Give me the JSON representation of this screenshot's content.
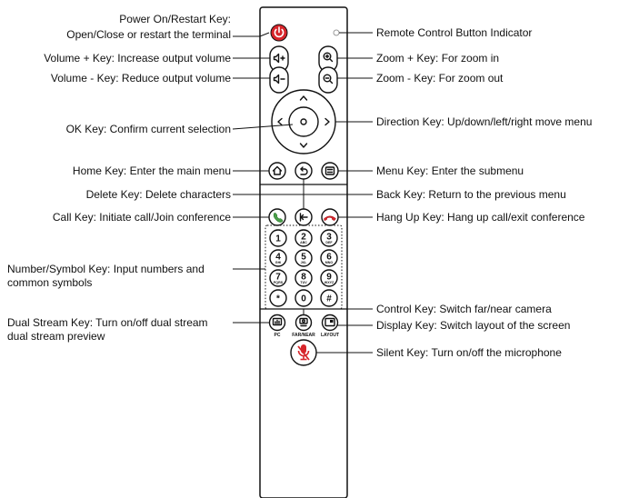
{
  "labels": {
    "power_title": "Power On/Restart Key:",
    "power_desc": "Open/Close or restart the terminal",
    "vol_up": "Volume + Key: Increase output volume",
    "vol_down": "Volume - Key: Reduce output volume",
    "ok": "OK Key: Confirm current selection",
    "home": "Home Key: Enter the main menu",
    "delete": "Delete Key: Delete characters",
    "call": "Call Key: Initiate call/Join conference",
    "number_1": "Number/Symbol Key: Input numbers and",
    "number_2": "common symbols",
    "dual_1": "Dual Stream Key: Turn on/off dual stream",
    "dual_2": "dual stream preview",
    "indicator": "Remote Control Button Indicator",
    "zoom_in": "Zoom + Key: For zoom in",
    "zoom_out": "Zoom - Key: For zoom out",
    "direction": "Direction Key: Up/down/left/right move menu",
    "menu": "Menu Key: Enter the submenu",
    "back": "Back Key: Return to the previous menu",
    "hangup": "Hang Up Key: Hang up call/exit conference",
    "control": "Control Key: Switch far/near camera",
    "display": "Display Key: Switch layout of the screen",
    "silent": "Silent Key: Turn on/off the microphone"
  },
  "remote": {
    "keypad": [
      {
        "num": "1",
        "sub": ""
      },
      {
        "num": "2",
        "sub": "ABC"
      },
      {
        "num": "3",
        "sub": "DEF"
      },
      {
        "num": "4",
        "sub": "GHI"
      },
      {
        "num": "5",
        "sub": "JKL"
      },
      {
        "num": "6",
        "sub": "MNO"
      },
      {
        "num": "7",
        "sub": "PQRS"
      },
      {
        "num": "8",
        "sub": "TUV"
      },
      {
        "num": "9",
        "sub": "WXYZ"
      },
      {
        "num": "*",
        "sub": ""
      },
      {
        "num": "0",
        "sub": ""
      },
      {
        "num": "#",
        "sub": ""
      }
    ],
    "pc_label": "PC",
    "far_near_label": "FAR/NEAR",
    "layout_label": "LAYOUT"
  },
  "colors": {
    "accent": "#d7252b",
    "call_green": "#4aa04a",
    "outline": "#111111",
    "background": "#ffffff"
  }
}
